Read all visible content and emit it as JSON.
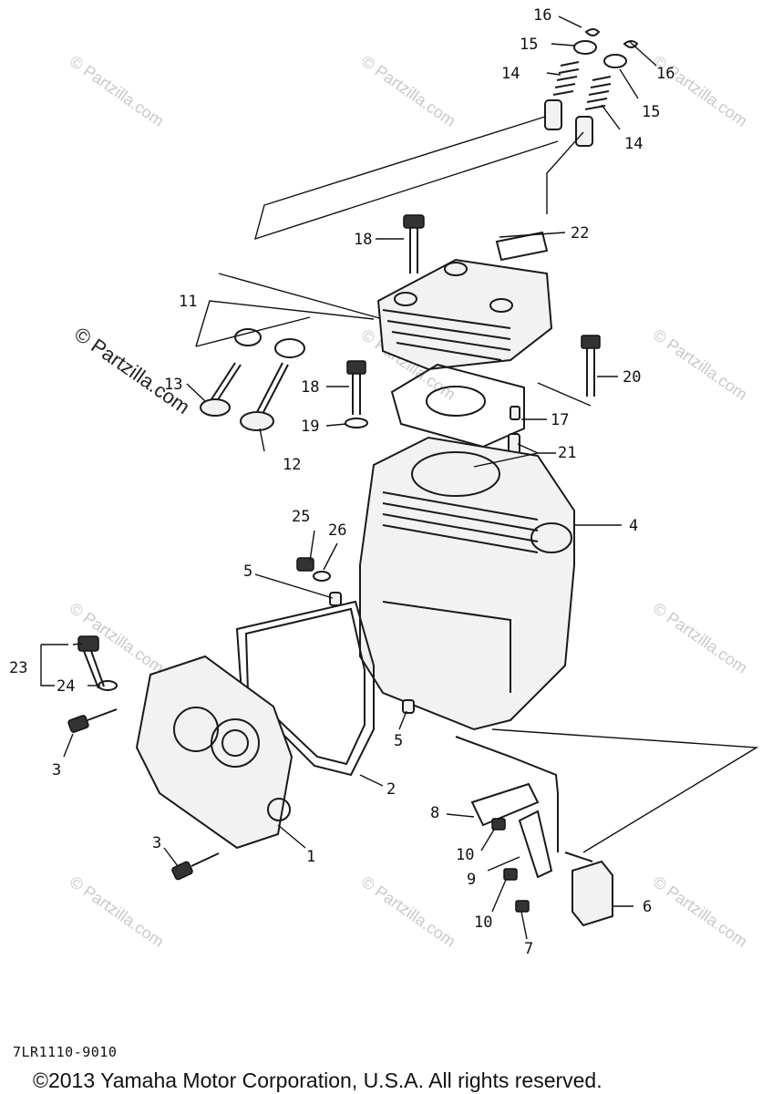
{
  "watermark": {
    "text": "© Partzilla.com"
  },
  "callouts": {
    "c1": "1",
    "c2": "2",
    "c3a": "3",
    "c3b": "3",
    "c4": "4",
    "c5a": "5",
    "c5b": "5",
    "c6": "6",
    "c7": "7",
    "c8": "8",
    "c9": "9",
    "c10a": "10",
    "c10b": "10",
    "c11": "11",
    "c12": "12",
    "c13": "13",
    "c14a": "14",
    "c14b": "14",
    "c15a": "15",
    "c15b": "15",
    "c16a": "16",
    "c16b": "16",
    "c17": "17",
    "c18a": "18",
    "c18b": "18",
    "c19": "19",
    "c20": "20",
    "c21": "21",
    "c22": "22",
    "c23": "23",
    "c24": "24",
    "c25": "25",
    "c26": "26"
  },
  "footer": {
    "diagram_code": "7LR1110-9010",
    "copyright": "©2013 Yamaha Motor Corporation, U.S.A. All rights reserved."
  }
}
